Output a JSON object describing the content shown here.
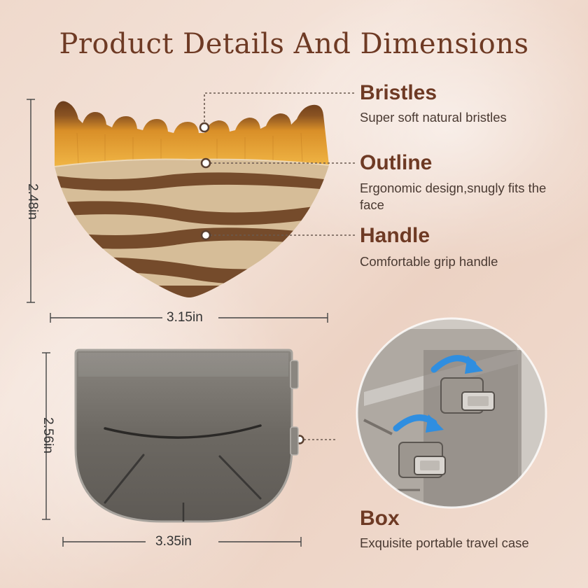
{
  "title": "Product Details And Dimensions",
  "labels": {
    "bristles": {
      "title": "Bristles",
      "desc": "Super soft natural bristles"
    },
    "outline": {
      "title": "Outline",
      "desc": "Ergonomic design,snugly fits the face"
    },
    "handle": {
      "title": "Handle",
      "desc": "Comfortable grip handle"
    },
    "box": {
      "title": "Box",
      "desc": "Exquisite portable travel case"
    }
  },
  "dimensions": {
    "brush_height": "2.48in",
    "brush_width": "3.15in",
    "box_height": "2.56in",
    "box_width": "3.35in"
  },
  "colors": {
    "title": "#6e3a24",
    "bristle_tip": "#7a4a22",
    "bristle_base": "#e8a22e",
    "handle_dark": "#6b3f20",
    "handle_light": "#d9c1a0",
    "box": "#6f6b66",
    "arrow": "#2f8ee0"
  }
}
